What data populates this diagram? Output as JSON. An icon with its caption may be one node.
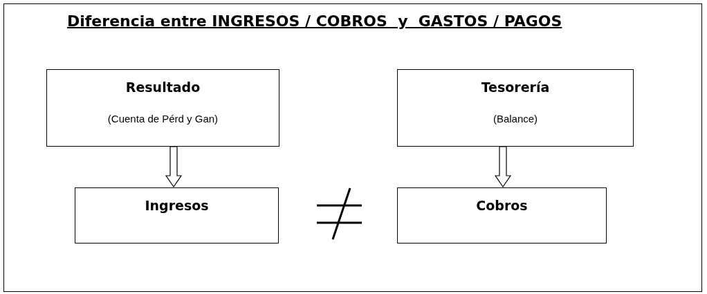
{
  "diagram": {
    "title": "Diferencia entre INGRESOS / COBROS  y  GASTOS / PAGOS",
    "nodes": [
      {
        "text": [
          "Resultado",
          "(Cuenta de Pérd y Gan)"
        ]
      },
      {
        "text": [
          "Tesorería",
          "(Balance)"
        ]
      },
      {
        "text": [
          "Ingresos"
        ]
      },
      {
        "text": [
          "Cobros"
        ]
      }
    ],
    "edges": [
      {
        "from": 0,
        "to": 2,
        "arrow": "to"
      },
      {
        "from": 1,
        "to": 3,
        "arrow": "to"
      }
    ]
  }
}
